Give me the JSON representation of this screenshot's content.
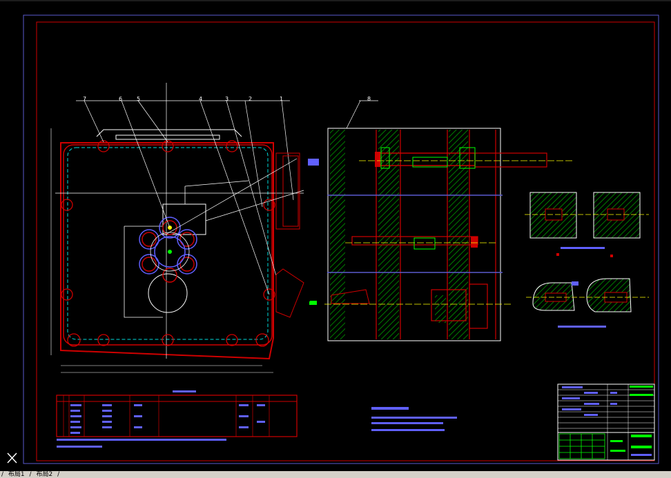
{
  "layout_tabs": [
    "布局1",
    "布局2"
  ],
  "tab_separator": "/",
  "balloons": [
    "7",
    "6",
    "5",
    "4",
    "3",
    "2",
    "1",
    "8"
  ],
  "colors": {
    "background": "#000000",
    "border": "#d00000",
    "frame": "#6060d0",
    "green": "#00ff00",
    "yellow": "#ffff00",
    "cyan": "#00e0e0",
    "white": "#ffffff",
    "hatch": "#00a000"
  },
  "icons": {
    "ucs": "ucs-axis-icon"
  }
}
